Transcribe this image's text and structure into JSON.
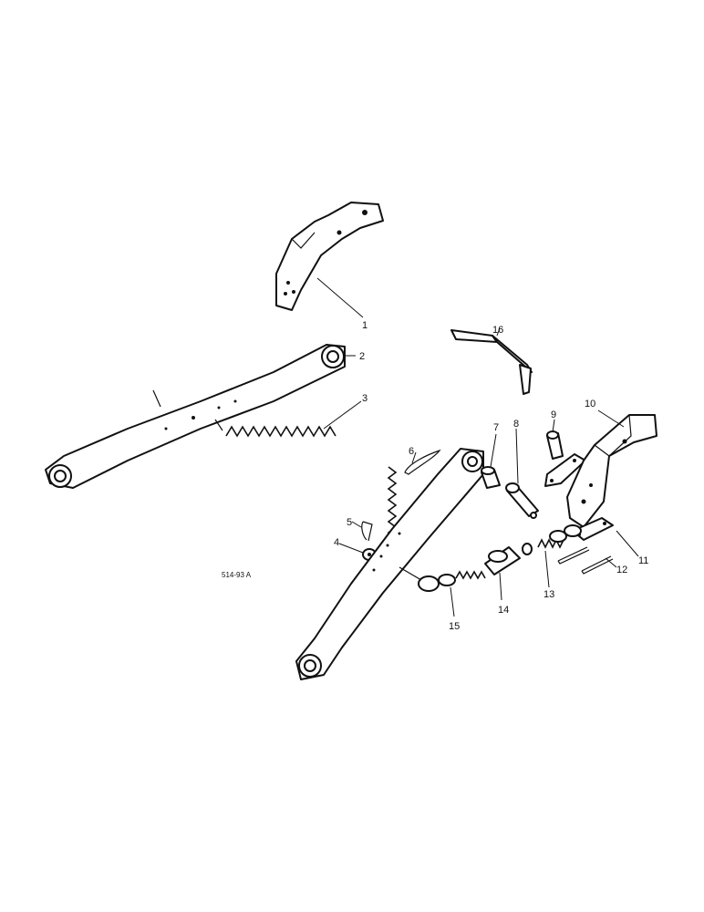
{
  "drawing_ref": "514-93 A",
  "callouts": {
    "c1": "1",
    "c2": "2",
    "c3": "3",
    "c4": "4",
    "c5": "5",
    "c6": "6",
    "c7": "7",
    "c8": "8",
    "c9": "9",
    "c10": "10",
    "c11": "11",
    "c12": "12",
    "c13": "13",
    "c14": "14",
    "c15": "15",
    "c16": "16"
  }
}
